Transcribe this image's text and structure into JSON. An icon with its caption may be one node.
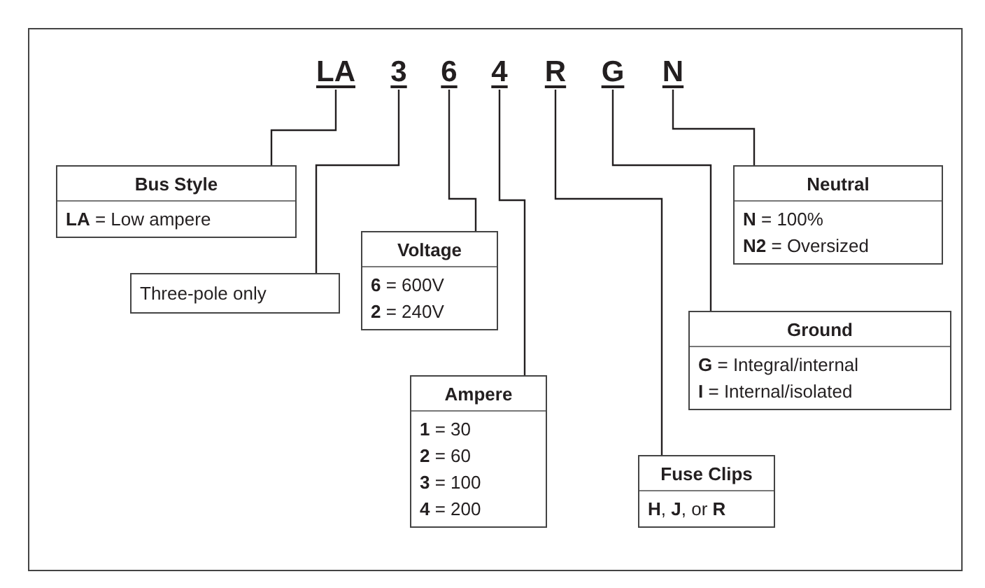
{
  "diagram": {
    "nodes": [
      {
        "text": [
          "LA"
        ]
      },
      {
        "text": [
          "3"
        ]
      },
      {
        "text": [
          "6"
        ]
      },
      {
        "text": [
          "4"
        ]
      },
      {
        "text": [
          "R"
        ]
      },
      {
        "text": [
          "G"
        ]
      },
      {
        "text": [
          "N"
        ]
      },
      {
        "text": [
          "Bus Style",
          "**LA** = Low ampere"
        ]
      },
      {
        "text": [
          "Three-pole only"
        ]
      },
      {
        "text": [
          "Voltage",
          "**6** = 600V",
          "**2** = 240V"
        ]
      },
      {
        "text": [
          "Ampere",
          "**1** = 30",
          "**2** = 60",
          "**3** = 100",
          "**4** = 200"
        ]
      },
      {
        "text": [
          "Fuse Clips",
          "**H**, **J**, or **R**"
        ]
      },
      {
        "text": [
          "Ground",
          "**G** = Integral/internal",
          "**I** = Internal/isolated"
        ]
      },
      {
        "text": [
          "Neutral",
          "**N** = 100%",
          "**N2** = Oversized"
        ]
      }
    ],
    "edges": [
      {
        "from": 0,
        "to": 7,
        "arrow": "none"
      },
      {
        "from": 1,
        "to": 8,
        "arrow": "none"
      },
      {
        "from": 2,
        "to": 9,
        "arrow": "none"
      },
      {
        "from": 3,
        "to": 10,
        "arrow": "none"
      },
      {
        "from": 4,
        "to": 11,
        "arrow": "none"
      },
      {
        "from": 5,
        "to": 12,
        "arrow": "none"
      },
      {
        "from": 6,
        "to": 13,
        "arrow": "none"
      }
    ]
  }
}
